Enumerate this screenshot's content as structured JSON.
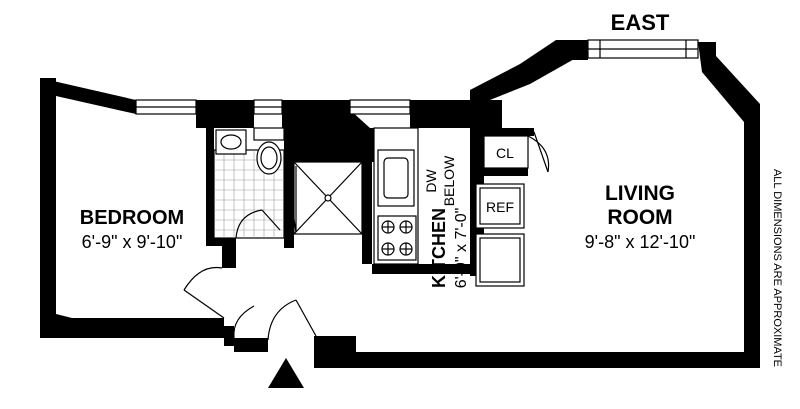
{
  "compass": {
    "label": "EAST"
  },
  "bedroom": {
    "name": "BEDROOM",
    "dimensions": "6'-9\" x 9'-10\""
  },
  "living_room": {
    "name_line1": "LIVING",
    "name_line2": "ROOM",
    "dimensions": "9'-8\" x 12'-10\""
  },
  "kitchen": {
    "name": "KITCHEN",
    "dimensions": "6'-9\" x 7'-0\""
  },
  "dishwasher": {
    "label_line1": "DW",
    "label_line2": "BELOW"
  },
  "closet": {
    "label": "CL"
  },
  "refrigerator": {
    "label": "REF"
  },
  "disclaimer": "ALL DIMENSIONS ARE APPROXIMATE"
}
